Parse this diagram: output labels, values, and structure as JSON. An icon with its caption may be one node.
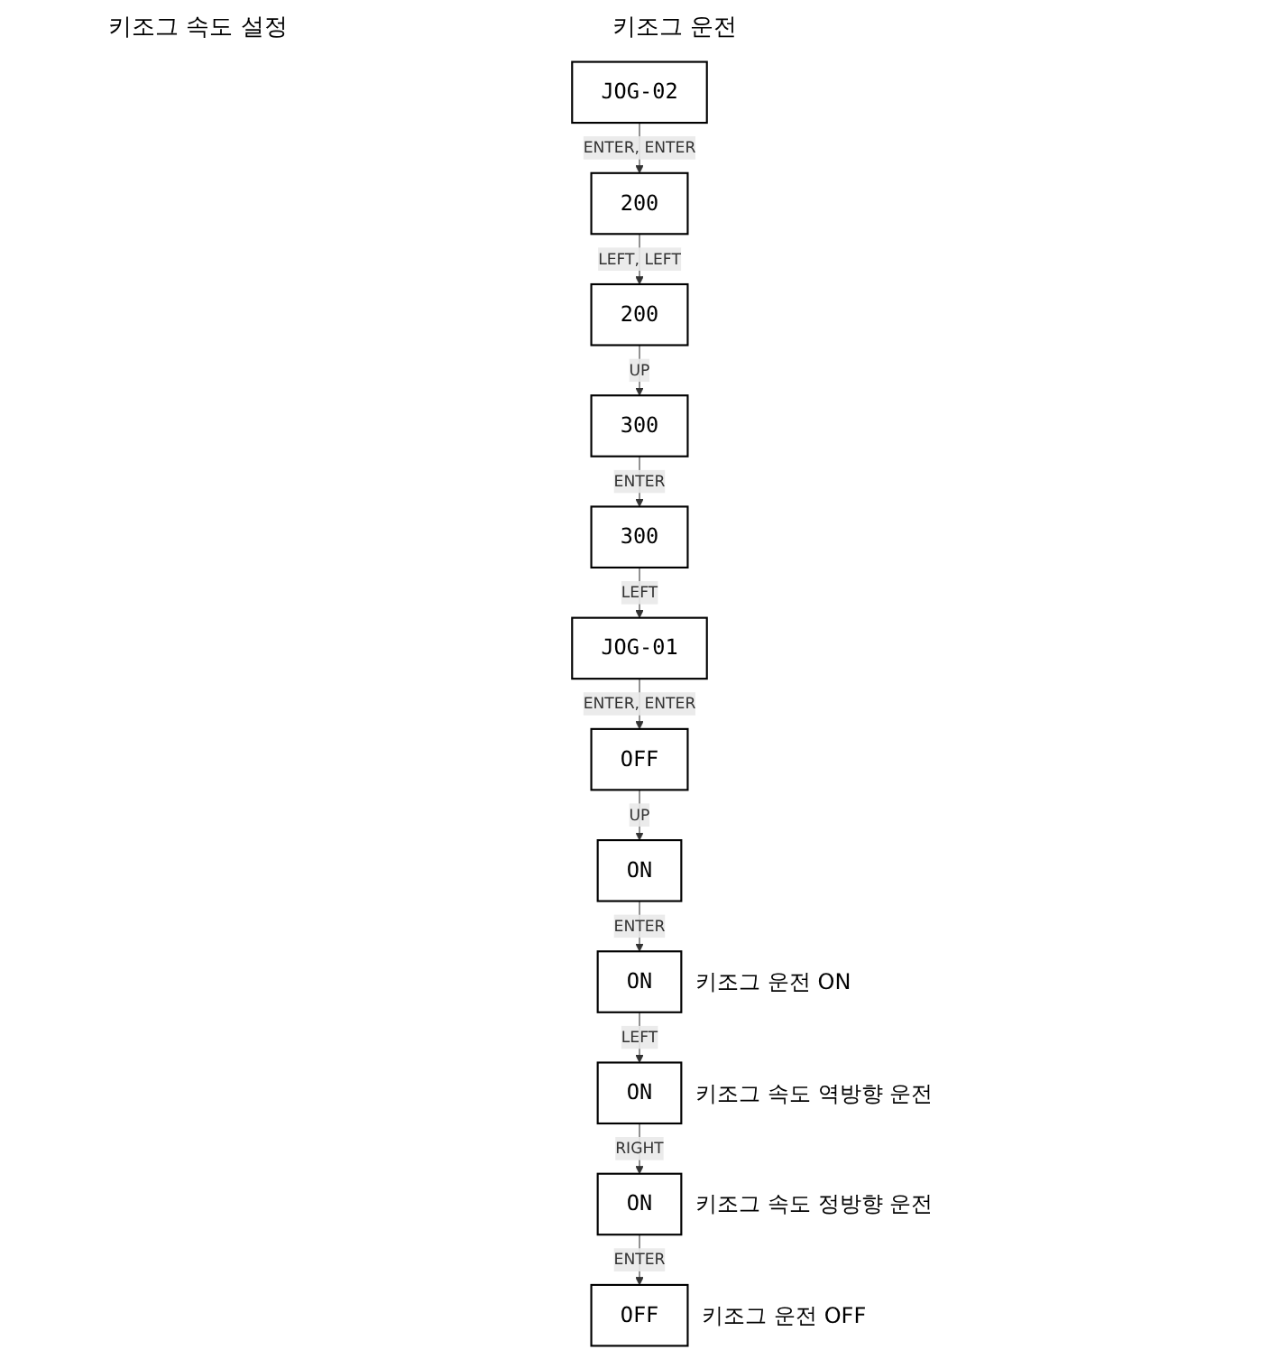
{
  "diagram": {
    "nodes": [
      {
        "text": [
          "JOG-02"
        ]
      },
      {
        "text": [
          "200"
        ]
      },
      {
        "text": [
          "200"
        ]
      },
      {
        "text": [
          "300"
        ]
      },
      {
        "text": [
          "300"
        ]
      },
      {
        "text": [
          "JOG-01"
        ]
      },
      {
        "text": [
          "OFF"
        ]
      },
      {
        "text": [
          "ON"
        ]
      },
      {
        "text": [
          "ON"
        ],
        "beside": [
          "키조그 운전 ON"
        ]
      },
      {
        "text": [
          "ON"
        ],
        "beside": [
          "키조그 속도 역방향 운전"
        ]
      },
      {
        "text": [
          "ON"
        ],
        "beside": [
          "키조그 속도 정방향 운전"
        ]
      },
      {
        "text": [
          "OFF"
        ],
        "beside": [
          "키조그 운전 OFF"
        ]
      }
    ],
    "edges": [
      {
        "from": 0,
        "to": 1,
        "arrow": "to",
        "label": "ENTER, ENTER"
      },
      {
        "from": 1,
        "to": 2,
        "arrow": "to",
        "label": "LEFT, LEFT"
      },
      {
        "from": 2,
        "to": 3,
        "arrow": "to",
        "label": "UP"
      },
      {
        "from": 3,
        "to": 4,
        "arrow": "to",
        "label": "ENTER"
      },
      {
        "from": 4,
        "to": 5,
        "arrow": "to",
        "label": "LEFT"
      },
      {
        "from": 5,
        "to": 6,
        "arrow": "to",
        "label": "ENTER, ENTER"
      },
      {
        "from": 6,
        "to": 7,
        "arrow": "to",
        "label": "UP"
      },
      {
        "from": 7,
        "to": 8,
        "arrow": "to",
        "label": "ENTER"
      },
      {
        "from": 8,
        "to": 9,
        "arrow": "to",
        "label": "LEFT"
      },
      {
        "from": 9,
        "to": 10,
        "arrow": "to",
        "label": "RIGHT"
      },
      {
        "from": 10,
        "to": 11,
        "arrow": "to",
        "label": "ENTER"
      }
    ],
    "labels": [
      "키조그 속도 설정",
      "키조그 운전"
    ]
  }
}
